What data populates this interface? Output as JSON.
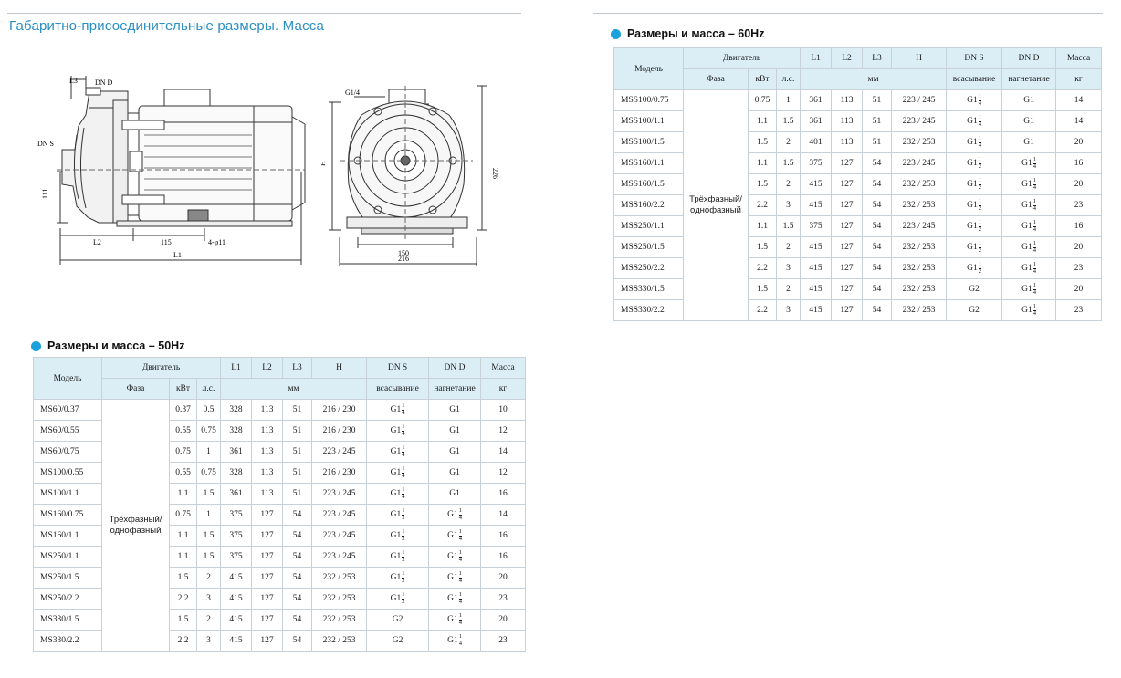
{
  "page_title": "Габаритно-присоединительные размеры. Масса",
  "drawing": {
    "side_labels": {
      "l3": "L3",
      "dnd": "DN D",
      "dns": "DN S",
      "h111": "111",
      "l2": "L2",
      "d115": "115",
      "holes": "4-φ11",
      "l1": "L1"
    },
    "front_labels": {
      "g14": "G1/4",
      "h": "H",
      "h226": "226",
      "w150": "150",
      "w216": "216"
    }
  },
  "table_60": {
    "title": "Размеры и масса – 60Hz",
    "head": {
      "model": "Модель",
      "motor": "Двигатель",
      "phase": "Фаза",
      "kw": "кВт",
      "hp": "л.с.",
      "l1": "L1",
      "l2": "L2",
      "l3": "L3",
      "h": "H",
      "dns": "DN S",
      "dnd": "DN D",
      "mass": "Масса",
      "mm": "мм",
      "suction": "всасывание",
      "discharge": "нагнетание",
      "kg": "кг"
    },
    "phase_value": "Трёхфазный/ однофазный",
    "rows": [
      {
        "model": "MSS100/0.75",
        "kw": "0.75",
        "hp": "1",
        "l1": "361",
        "l2": "113",
        "l3": "51",
        "h": "223 / 245",
        "dns": {
          "base": "G1",
          "num": "1",
          "den": "4"
        },
        "dnd": {
          "base": "G1"
        },
        "mass": "14"
      },
      {
        "model": "MSS100/1.1",
        "kw": "1.1",
        "hp": "1.5",
        "l1": "361",
        "l2": "113",
        "l3": "51",
        "h": "223 / 245",
        "dns": {
          "base": "G1",
          "num": "1",
          "den": "4"
        },
        "dnd": {
          "base": "G1"
        },
        "mass": "14"
      },
      {
        "model": "MSS100/1.5",
        "kw": "1.5",
        "hp": "2",
        "l1": "401",
        "l2": "113",
        "l3": "51",
        "h": "232 / 253",
        "dns": {
          "base": "G1",
          "num": "1",
          "den": "4"
        },
        "dnd": {
          "base": "G1"
        },
        "mass": "20"
      },
      {
        "model": "MSS160/1.1",
        "kw": "1.1",
        "hp": "1.5",
        "l1": "375",
        "l2": "127",
        "l3": "54",
        "h": "223 / 245",
        "dns": {
          "base": "G1",
          "num": "1",
          "den": "2"
        },
        "dnd": {
          "base": "G1",
          "num": "1",
          "den": "4"
        },
        "mass": "16"
      },
      {
        "model": "MSS160/1.5",
        "kw": "1.5",
        "hp": "2",
        "l1": "415",
        "l2": "127",
        "l3": "54",
        "h": "232 / 253",
        "dns": {
          "base": "G1",
          "num": "1",
          "den": "2"
        },
        "dnd": {
          "base": "G1",
          "num": "1",
          "den": "4"
        },
        "mass": "20"
      },
      {
        "model": "MSS160/2.2",
        "kw": "2.2",
        "hp": "3",
        "l1": "415",
        "l2": "127",
        "l3": "54",
        "h": "232 / 253",
        "dns": {
          "base": "G1",
          "num": "1",
          "den": "2"
        },
        "dnd": {
          "base": "G1",
          "num": "1",
          "den": "4"
        },
        "mass": "23"
      },
      {
        "model": "MSS250/1.1",
        "kw": "1.1",
        "hp": "1.5",
        "l1": "375",
        "l2": "127",
        "l3": "54",
        "h": "223 / 245",
        "dns": {
          "base": "G1",
          "num": "1",
          "den": "2"
        },
        "dnd": {
          "base": "G1",
          "num": "1",
          "den": "4"
        },
        "mass": "16"
      },
      {
        "model": "MSS250/1.5",
        "kw": "1.5",
        "hp": "2",
        "l1": "415",
        "l2": "127",
        "l3": "54",
        "h": "232 / 253",
        "dns": {
          "base": "G1",
          "num": "1",
          "den": "2"
        },
        "dnd": {
          "base": "G1",
          "num": "1",
          "den": "4"
        },
        "mass": "20"
      },
      {
        "model": "MSS250/2.2",
        "kw": "2.2",
        "hp": "3",
        "l1": "415",
        "l2": "127",
        "l3": "54",
        "h": "232 / 253",
        "dns": {
          "base": "G1",
          "num": "1",
          "den": "2"
        },
        "dnd": {
          "base": "G1",
          "num": "1",
          "den": "4"
        },
        "mass": "23"
      },
      {
        "model": "MSS330/1.5",
        "kw": "1.5",
        "hp": "2",
        "l1": "415",
        "l2": "127",
        "l3": "54",
        "h": "232 / 253",
        "dns": {
          "base": "G2"
        },
        "dnd": {
          "base": "G1",
          "num": "1",
          "den": "4"
        },
        "mass": "20"
      },
      {
        "model": "MSS330/2.2",
        "kw": "2.2",
        "hp": "3",
        "l1": "415",
        "l2": "127",
        "l3": "54",
        "h": "232 / 253",
        "dns": {
          "base": "G2"
        },
        "dnd": {
          "base": "G1",
          "num": "1",
          "den": "4"
        },
        "mass": "23"
      }
    ]
  },
  "table_50": {
    "title": "Размеры и масса – 50Hz",
    "head": {
      "model": "Модель",
      "motor": "Двигатель",
      "phase": "Фаза",
      "kw": "кВт",
      "hp": "л.с.",
      "l1": "L1",
      "l2": "L2",
      "l3": "L3",
      "h": "H",
      "dns": "DN S",
      "dnd": "DN D",
      "mass": "Масса",
      "mm": "мм",
      "suction": "всасывание",
      "discharge": "нагнетание",
      "kg": "кг"
    },
    "phase_value": "Трёхфазный/ однофазный",
    "rows": [
      {
        "model": "MS60/0.37",
        "kw": "0.37",
        "hp": "0.5",
        "l1": "328",
        "l2": "113",
        "l3": "51",
        "h": "216 / 230",
        "dns": {
          "base": "G1",
          "num": "1",
          "den": "4"
        },
        "dnd": {
          "base": "G1"
        },
        "mass": "10"
      },
      {
        "model": "MS60/0.55",
        "kw": "0.55",
        "hp": "0.75",
        "l1": "328",
        "l2": "113",
        "l3": "51",
        "h": "216 / 230",
        "dns": {
          "base": "G1",
          "num": "1",
          "den": "4"
        },
        "dnd": {
          "base": "G1"
        },
        "mass": "12"
      },
      {
        "model": "MS60/0.75",
        "kw": "0.75",
        "hp": "1",
        "l1": "361",
        "l2": "113",
        "l3": "51",
        "h": "223 / 245",
        "dns": {
          "base": "G1",
          "num": "1",
          "den": "4"
        },
        "dnd": {
          "base": "G1"
        },
        "mass": "14"
      },
      {
        "model": "MS100/0.55",
        "kw": "0.55",
        "hp": "0.75",
        "l1": "328",
        "l2": "113",
        "l3": "51",
        "h": "216 / 230",
        "dns": {
          "base": "G1",
          "num": "1",
          "den": "4"
        },
        "dnd": {
          "base": "G1"
        },
        "mass": "12"
      },
      {
        "model": "MS100/1.1",
        "kw": "1.1",
        "hp": "1.5",
        "l1": "361",
        "l2": "113",
        "l3": "51",
        "h": "223 / 245",
        "dns": {
          "base": "G1",
          "num": "1",
          "den": "4"
        },
        "dnd": {
          "base": "G1"
        },
        "mass": "16"
      },
      {
        "model": "MS160/0.75",
        "kw": "0.75",
        "hp": "1",
        "l1": "375",
        "l2": "127",
        "l3": "54",
        "h": "223 / 245",
        "dns": {
          "base": "G1",
          "num": "1",
          "den": "2"
        },
        "dnd": {
          "base": "G1",
          "num": "1",
          "den": "4"
        },
        "mass": "14"
      },
      {
        "model": "MS160/1.1",
        "kw": "1.1",
        "hp": "1.5",
        "l1": "375",
        "l2": "127",
        "l3": "54",
        "h": "223 / 245",
        "dns": {
          "base": "G1",
          "num": "1",
          "den": "2"
        },
        "dnd": {
          "base": "G1",
          "num": "1",
          "den": "4"
        },
        "mass": "16"
      },
      {
        "model": "MS250/1.1",
        "kw": "1.1",
        "hp": "1.5",
        "l1": "375",
        "l2": "127",
        "l3": "54",
        "h": "223 / 245",
        "dns": {
          "base": "G1",
          "num": "1",
          "den": "2"
        },
        "dnd": {
          "base": "G1",
          "num": "1",
          "den": "4"
        },
        "mass": "16"
      },
      {
        "model": "MS250/1.5",
        "kw": "1.5",
        "hp": "2",
        "l1": "415",
        "l2": "127",
        "l3": "54",
        "h": "232 / 253",
        "dns": {
          "base": "G1",
          "num": "1",
          "den": "2"
        },
        "dnd": {
          "base": "G1",
          "num": "1",
          "den": "4"
        },
        "mass": "20"
      },
      {
        "model": "MS250/2.2",
        "kw": "2.2",
        "hp": "3",
        "l1": "415",
        "l2": "127",
        "l3": "54",
        "h": "232 / 253",
        "dns": {
          "base": "G1",
          "num": "1",
          "den": "2"
        },
        "dnd": {
          "base": "G1",
          "num": "1",
          "den": "4"
        },
        "mass": "23"
      },
      {
        "model": "MS330/1.5",
        "kw": "1.5",
        "hp": "2",
        "l1": "415",
        "l2": "127",
        "l3": "54",
        "h": "232 / 253",
        "dns": {
          "base": "G2"
        },
        "dnd": {
          "base": "G1",
          "num": "1",
          "den": "4"
        },
        "mass": "20"
      },
      {
        "model": "MS330/2.2",
        "kw": "2.2",
        "hp": "3",
        "l1": "415",
        "l2": "127",
        "l3": "54",
        "h": "232 / 253",
        "dns": {
          "base": "G2"
        },
        "dnd": {
          "base": "G1",
          "num": "1",
          "den": "4"
        },
        "mass": "23"
      }
    ]
  }
}
